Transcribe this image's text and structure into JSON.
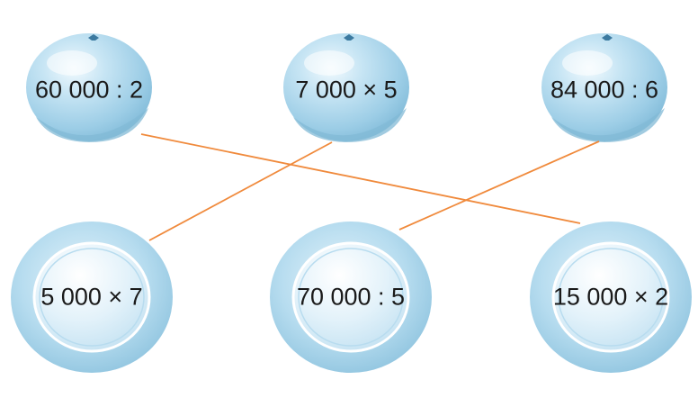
{
  "fruits": [
    {
      "label": "60 000 : 2"
    },
    {
      "label": "7 000 × 5"
    },
    {
      "label": "84 000 : 6"
    }
  ],
  "plates": [
    {
      "label": "5 000 × 7"
    },
    {
      "label": "70 000 : 5"
    },
    {
      "label": "15 000 × 2"
    }
  ],
  "connections": [
    {
      "from": "60 000 : 2",
      "to": "15 000 × 2"
    },
    {
      "from": "7 000 × 5",
      "to": "5 000 × 7"
    },
    {
      "from": "84 000 : 6",
      "to": "70 000 : 5"
    }
  ],
  "colors": {
    "fruit_fill": "#a9d3ea",
    "fruit_shadow": "#7fb5d2",
    "plate_outer": "#a6d3ea",
    "plate_inner": "#d4ecf8",
    "line": "#f08a3c",
    "text": "#1a1a1a"
  }
}
